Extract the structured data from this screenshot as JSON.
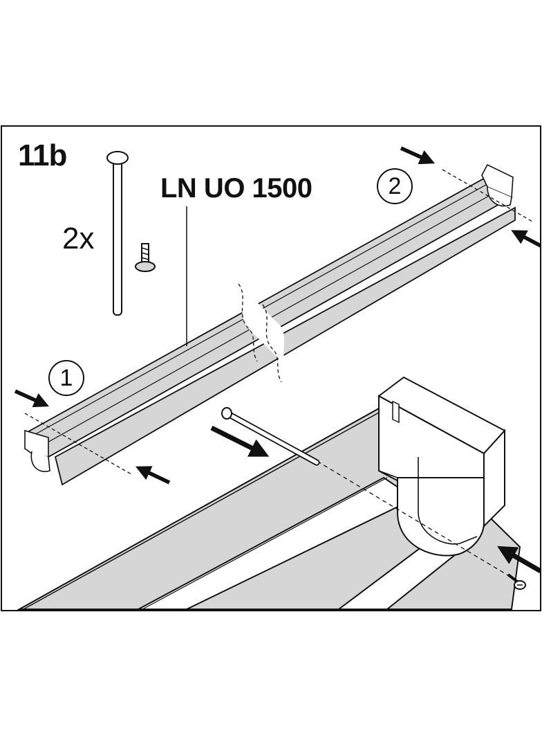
{
  "step": {
    "title": "11b"
  },
  "product": {
    "model": "LN UO 1500"
  },
  "parts": {
    "quantity": "2x",
    "items": [
      "pin-icon",
      "screw-icon"
    ]
  },
  "callouts": [
    {
      "number": "1"
    },
    {
      "number": "2"
    }
  ],
  "colors": {
    "line": "#111111",
    "fill": "#d6d6d6",
    "background": "#ffffff"
  }
}
